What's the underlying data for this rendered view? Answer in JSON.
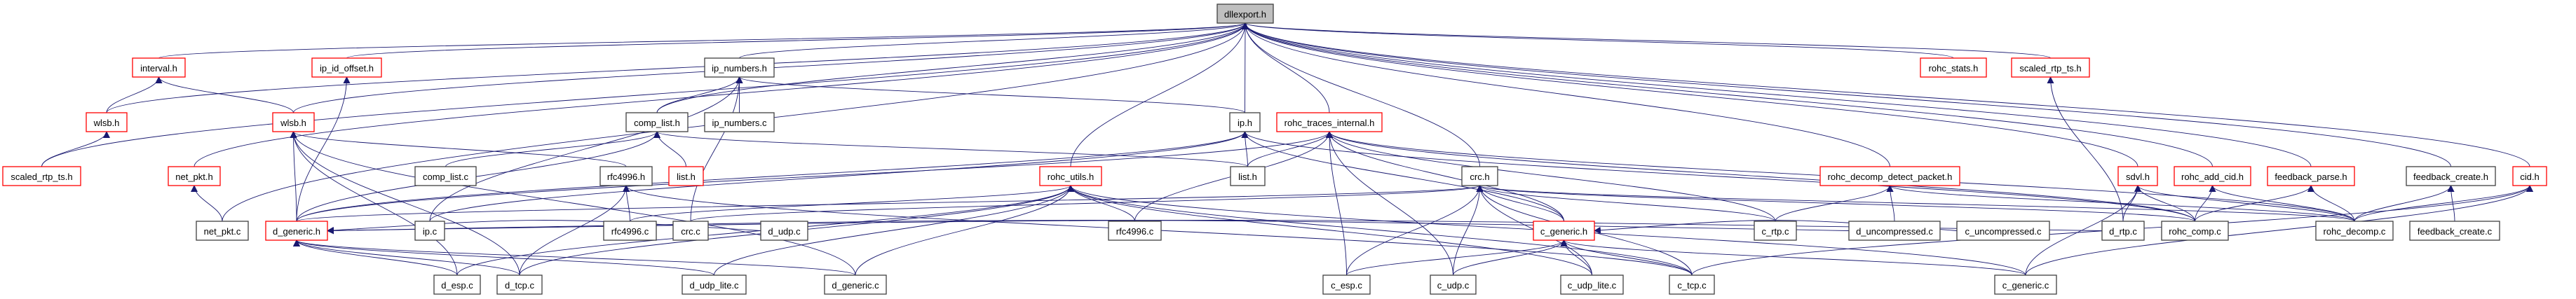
{
  "graph": {
    "edge_color": "#191970",
    "highlight_border_color": "#ff0000",
    "normal_border_color": "#404040",
    "root_fill_color": "#bfbfbf",
    "nodes": [
      {
        "id": "dllexport_h",
        "label": "dllexport.h",
        "style": "root"
      },
      {
        "id": "interval_h",
        "label": "interval.h",
        "style": "red"
      },
      {
        "id": "ip_id_offset_h",
        "label": "ip_id_offset.h",
        "style": "red"
      },
      {
        "id": "ip_numbers_h",
        "label": "ip_numbers.h",
        "style": "normal"
      },
      {
        "id": "rohc_stats_h",
        "label": "rohc_stats.h",
        "style": "red"
      },
      {
        "id": "scaled_rtp_ts_h_r",
        "label": "scaled_rtp_ts.h",
        "style": "red"
      },
      {
        "id": "wlsb_h_l",
        "label": "wlsb.h",
        "style": "red"
      },
      {
        "id": "wlsb_h_m",
        "label": "wlsb.h",
        "style": "red"
      },
      {
        "id": "comp_list_h",
        "label": "comp_list.h",
        "style": "normal"
      },
      {
        "id": "ip_numbers_c",
        "label": "ip_numbers.c",
        "style": "normal"
      },
      {
        "id": "ip_h",
        "label": "ip.h",
        "style": "normal"
      },
      {
        "id": "rohc_traces_internal_h",
        "label": "rohc_traces_internal.h",
        "style": "red"
      },
      {
        "id": "scaled_rtp_ts_h_l",
        "label": "scaled_rtp_ts.h",
        "style": "red"
      },
      {
        "id": "net_pkt_h",
        "label": "net_pkt.h",
        "style": "red"
      },
      {
        "id": "comp_list_c",
        "label": "comp_list.c",
        "style": "normal"
      },
      {
        "id": "rfc4996_h",
        "label": "rfc4996.h",
        "style": "normal"
      },
      {
        "id": "list_h_red",
        "label": "list.h",
        "style": "red"
      },
      {
        "id": "rohc_utils_h",
        "label": "rohc_utils.h",
        "style": "red"
      },
      {
        "id": "list_h",
        "label": "list.h",
        "style": "normal"
      },
      {
        "id": "crc_h",
        "label": "crc.h",
        "style": "normal"
      },
      {
        "id": "rohc_decomp_detect_packet_h",
        "label": "rohc_decomp_detect_packet.h",
        "style": "red"
      },
      {
        "id": "sdvl_h",
        "label": "sdvl.h",
        "style": "red"
      },
      {
        "id": "rohc_add_cid_h",
        "label": "rohc_add_cid.h",
        "style": "red"
      },
      {
        "id": "feedback_parse_h",
        "label": "feedback_parse.h",
        "style": "red"
      },
      {
        "id": "feedback_create_h",
        "label": "feedback_create.h",
        "style": "normal"
      },
      {
        "id": "cid_h",
        "label": "cid.h",
        "style": "red"
      },
      {
        "id": "net_pkt_c",
        "label": "net_pkt.c",
        "style": "normal"
      },
      {
        "id": "d_generic_h",
        "label": "d_generic.h",
        "style": "red"
      },
      {
        "id": "ip_c",
        "label": "ip.c",
        "style": "normal"
      },
      {
        "id": "rfc4996_c_l",
        "label": "rfc4996.c",
        "style": "normal"
      },
      {
        "id": "crc_c",
        "label": "crc.c",
        "style": "normal"
      },
      {
        "id": "d_udp_c",
        "label": "d_udp.c",
        "style": "normal"
      },
      {
        "id": "rfc4996_c_r",
        "label": "rfc4996.c",
        "style": "normal"
      },
      {
        "id": "c_generic_h",
        "label": "c_generic.h",
        "style": "red"
      },
      {
        "id": "c_rtp_c",
        "label": "c_rtp.c",
        "style": "normal"
      },
      {
        "id": "d_uncompressed_c",
        "label": "d_uncompressed.c",
        "style": "normal"
      },
      {
        "id": "c_uncompressed_c",
        "label": "c_uncompressed.c",
        "style": "normal"
      },
      {
        "id": "d_rtp_c",
        "label": "d_rtp.c",
        "style": "normal"
      },
      {
        "id": "rohc_comp_c",
        "label": "rohc_comp.c",
        "style": "normal"
      },
      {
        "id": "rohc_decomp_c",
        "label": "rohc_decomp.c",
        "style": "normal"
      },
      {
        "id": "feedback_create_c",
        "label": "feedback_create.c",
        "style": "normal"
      },
      {
        "id": "d_esp_c",
        "label": "d_esp.c",
        "style": "normal"
      },
      {
        "id": "d_tcp_c",
        "label": "d_tcp.c",
        "style": "normal"
      },
      {
        "id": "d_udp_lite_c",
        "label": "d_udp_lite.c",
        "style": "normal"
      },
      {
        "id": "d_generic_c",
        "label": "d_generic.c",
        "style": "normal"
      },
      {
        "id": "c_esp_c",
        "label": "c_esp.c",
        "style": "normal"
      },
      {
        "id": "c_udp_c",
        "label": "c_udp.c",
        "style": "normal"
      },
      {
        "id": "c_udp_lite_c",
        "label": "c_udp_lite.c",
        "style": "normal"
      },
      {
        "id": "c_tcp_c",
        "label": "c_tcp.c",
        "style": "normal"
      },
      {
        "id": "c_generic_c",
        "label": "c_generic.c",
        "style": "normal"
      }
    ],
    "edges": [
      [
        "interval_h",
        "dllexport_h"
      ],
      [
        "ip_id_offset_h",
        "dllexport_h"
      ],
      [
        "wlsb_h_l",
        "dllexport_h"
      ],
      [
        "scaled_rtp_ts_h_l",
        "dllexport_h"
      ],
      [
        "net_pkt_h",
        "dllexport_h"
      ],
      [
        "ip_numbers_h",
        "dllexport_h"
      ],
      [
        "comp_list_h",
        "dllexport_h"
      ],
      [
        "wlsb_h_m",
        "dllexport_h"
      ],
      [
        "ip_h",
        "dllexport_h"
      ],
      [
        "rohc_traces_internal_h",
        "dllexport_h"
      ],
      [
        "rohc_utils_h",
        "dllexport_h"
      ],
      [
        "crc_h",
        "dllexport_h"
      ],
      [
        "rohc_stats_h",
        "dllexport_h"
      ],
      [
        "scaled_rtp_ts_h_r",
        "dllexport_h"
      ],
      [
        "sdvl_h",
        "dllexport_h"
      ],
      [
        "rohc_add_cid_h",
        "dllexport_h"
      ],
      [
        "feedback_parse_h",
        "dllexport_h"
      ],
      [
        "feedback_create_h",
        "dllexport_h"
      ],
      [
        "cid_h",
        "dllexport_h"
      ],
      [
        "rohc_decomp_detect_packet_h",
        "dllexport_h"
      ],
      [
        "net_pkt_c",
        "dllexport_h"
      ],
      [
        "wlsb_h_l",
        "interval_h"
      ],
      [
        "wlsb_h_m",
        "interval_h"
      ],
      [
        "scaled_rtp_ts_h_l",
        "wlsb_h_l"
      ],
      [
        "d_generic_h",
        "ip_id_offset_h"
      ],
      [
        "d_generic_h",
        "wlsb_h_m"
      ],
      [
        "d_esp_c",
        "wlsb_h_m"
      ],
      [
        "d_tcp_c",
        "wlsb_h_m"
      ],
      [
        "rfc4996_h",
        "wlsb_h_m"
      ],
      [
        "d_generic_c",
        "wlsb_h_m"
      ],
      [
        "net_pkt_c",
        "net_pkt_h"
      ],
      [
        "comp_list_h",
        "ip_numbers_h"
      ],
      [
        "ip_numbers_c",
        "ip_numbers_h"
      ],
      [
        "crc_c",
        "ip_numbers_h"
      ],
      [
        "ip_h",
        "ip_numbers_h"
      ],
      [
        "ip_c",
        "ip_numbers_h"
      ],
      [
        "list_h_red",
        "comp_list_h"
      ],
      [
        "comp_list_c",
        "comp_list_h"
      ],
      [
        "d_generic_h",
        "comp_list_h"
      ],
      [
        "list_h",
        "comp_list_h"
      ],
      [
        "rfc4996_c_l",
        "rfc4996_h"
      ],
      [
        "d_tcp_c",
        "rfc4996_h"
      ],
      [
        "c_tcp_c",
        "rfc4996_h"
      ],
      [
        "list_h",
        "ip_h"
      ],
      [
        "ip_c",
        "ip_h"
      ],
      [
        "d_generic_h",
        "ip_h"
      ],
      [
        "c_generic_h",
        "ip_h"
      ],
      [
        "rohc_comp_c",
        "ip_h"
      ],
      [
        "list_h",
        "rohc_traces_internal_h"
      ],
      [
        "rfc4996_c_r",
        "rohc_traces_internal_h"
      ],
      [
        "c_esp_c",
        "rohc_traces_internal_h"
      ],
      [
        "c_udp_c",
        "rohc_traces_internal_h"
      ],
      [
        "c_generic_h",
        "rohc_traces_internal_h"
      ],
      [
        "d_generic_h",
        "rohc_traces_internal_h"
      ],
      [
        "rohc_comp_c",
        "rohc_traces_internal_h"
      ],
      [
        "rohc_decomp_c",
        "rohc_traces_internal_h"
      ],
      [
        "c_rtp_c",
        "rohc_traces_internal_h"
      ],
      [
        "rfc4996_c_r",
        "rohc_utils_h"
      ],
      [
        "d_generic_c",
        "rohc_utils_h"
      ],
      [
        "d_udp_lite_c",
        "rohc_utils_h"
      ],
      [
        "d_esp_c",
        "rohc_utils_h"
      ],
      [
        "c_generic_c",
        "rohc_utils_h"
      ],
      [
        "rfc4996_c_l",
        "rohc_utils_h"
      ],
      [
        "c_tcp_c",
        "rohc_utils_h"
      ],
      [
        "c_udp_lite_c",
        "rohc_utils_h"
      ],
      [
        "d_tcp_c",
        "rohc_utils_h"
      ],
      [
        "c_generic_h",
        "crc_h"
      ],
      [
        "c_esp_c",
        "crc_h"
      ],
      [
        "c_udp_c",
        "crc_h"
      ],
      [
        "c_tcp_c",
        "crc_h"
      ],
      [
        "c_udp_lite_c",
        "crc_h"
      ],
      [
        "crc_c",
        "crc_h"
      ],
      [
        "c_rtp_c",
        "crc_h"
      ],
      [
        "d_generic_h",
        "crc_h"
      ],
      [
        "rohc_decomp_c",
        "crc_h"
      ],
      [
        "rohc_comp_c",
        "crc_h"
      ],
      [
        "c_udp_lite_c",
        "c_generic_h"
      ],
      [
        "c_tcp_c",
        "c_generic_h"
      ],
      [
        "c_udp_c",
        "c_generic_h"
      ],
      [
        "c_esp_c",
        "c_generic_h"
      ],
      [
        "c_generic_c",
        "c_generic_h"
      ],
      [
        "c_uncompressed_c",
        "c_generic_h"
      ],
      [
        "d_uncompressed_c",
        "rohc_decomp_detect_packet_h"
      ],
      [
        "rohc_decomp_c",
        "rohc_decomp_detect_packet_h"
      ],
      [
        "c_rtp_c",
        "rohc_decomp_detect_packet_h"
      ],
      [
        "d_rtp_c",
        "scaled_rtp_ts_h_r"
      ],
      [
        "d_rtp_c",
        "sdvl_h"
      ],
      [
        "rohc_comp_c",
        "sdvl_h"
      ],
      [
        "rohc_decomp_c",
        "sdvl_h"
      ],
      [
        "c_generic_c",
        "sdvl_h"
      ],
      [
        "rohc_comp_c",
        "rohc_add_cid_h"
      ],
      [
        "rohc_decomp_c",
        "rohc_add_cid_h"
      ],
      [
        "rohc_comp_c",
        "feedback_parse_h"
      ],
      [
        "rohc_decomp_c",
        "feedback_parse_h"
      ],
      [
        "rohc_decomp_c",
        "feedback_create_h"
      ],
      [
        "feedback_create_c",
        "feedback_create_h"
      ],
      [
        "rohc_decomp_c",
        "cid_h"
      ],
      [
        "c_generic_c",
        "cid_h"
      ],
      [
        "c_tcp_c",
        "cid_h"
      ],
      [
        "d_esp_c",
        "d_generic_h"
      ],
      [
        "d_udp_lite_c",
        "d_generic_h"
      ],
      [
        "d_generic_c",
        "d_generic_h"
      ],
      [
        "d_tcp_c",
        "d_generic_h"
      ],
      [
        "d_udp_c",
        "d_generic_h"
      ],
      [
        "d_rtp_c",
        "d_generic_h"
      ],
      [
        "d_uncompressed_c",
        "d_generic_h"
      ]
    ]
  }
}
